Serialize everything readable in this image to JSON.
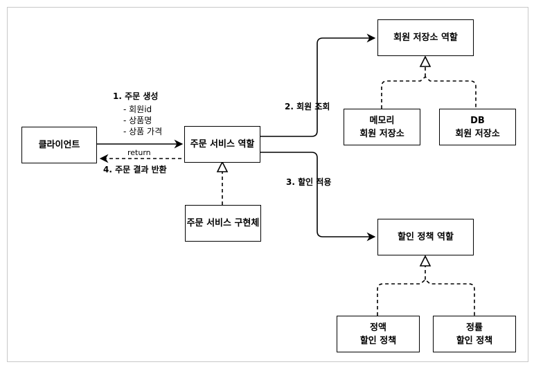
{
  "nodes": {
    "client": "클라이언트",
    "order_service_role": "주문 서비스 역할",
    "order_service_impl": "주문 서비스 구현체",
    "member_repo_role": "회원 저장소 역할",
    "memory_repo": [
      "메모리",
      "회원 저장소"
    ],
    "db_repo": [
      "DB",
      "회원 저장소"
    ],
    "discount_policy_role": "할인 정책 역할",
    "rate_policy": [
      "정액",
      "할인 정책"
    ],
    "fixed_policy": [
      "정률",
      "할인 정책"
    ]
  },
  "labels": {
    "order_create": "1. 주문 생성",
    "params": [
      "- 회원id",
      "- 상품명",
      "- 상품 가격"
    ],
    "return_label": "return",
    "order_result": "4. 주문 결과 반환",
    "member_lookup": "2. 회원 조회",
    "discount_apply": "3. 할인 적용"
  },
  "colors": {
    "line": "#000000",
    "frame": "#c8c8c8"
  }
}
